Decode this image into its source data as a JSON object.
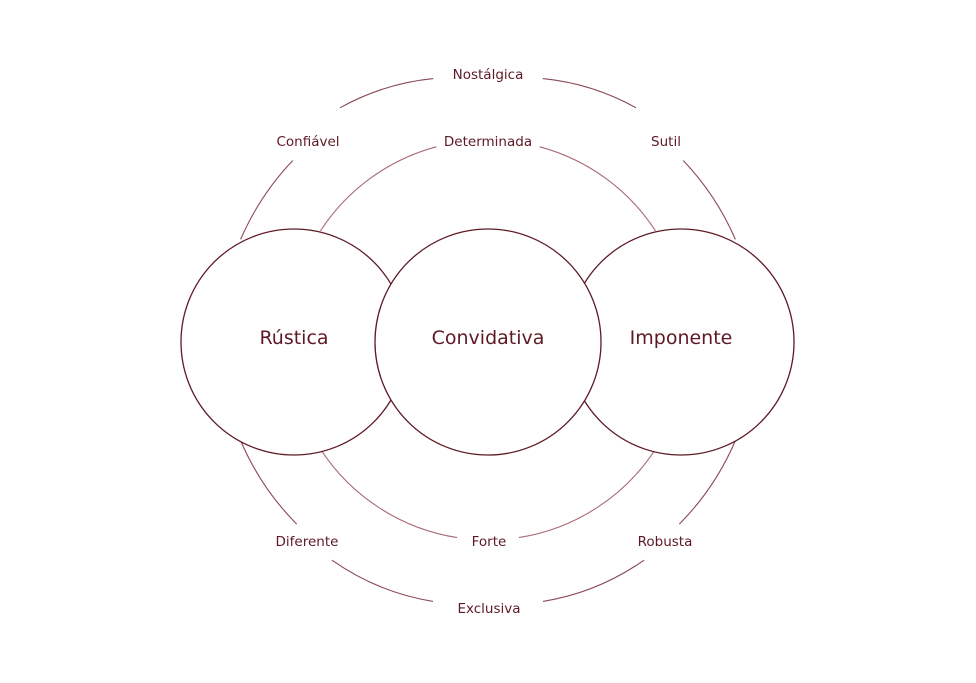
{
  "colors": {
    "accent": "#5e1a24",
    "line_outer": "#8a4a53",
    "line_inner": "#a86b73",
    "background": "#ffffff"
  },
  "circles": [
    {
      "id": "rustica",
      "label": "Rústica"
    },
    {
      "id": "convidativa",
      "label": "Convidativa"
    },
    {
      "id": "imponente",
      "label": "Imponente"
    }
  ],
  "outer_ring_words": {
    "top": "Nostálgica",
    "top_left": "Confiável",
    "top_right": "Sutil",
    "bottom_left": "Diferente",
    "bottom_right": "Robusta",
    "bottom": "Exclusiva"
  },
  "inner_ring_words": {
    "top": "Determinada",
    "bottom": "Forte"
  }
}
